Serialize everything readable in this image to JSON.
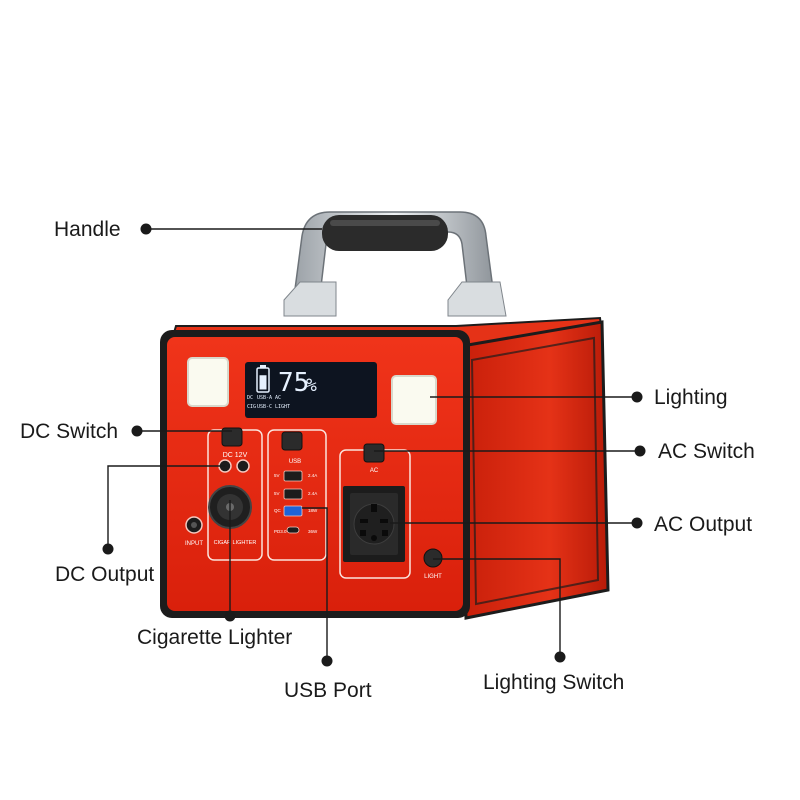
{
  "labels": {
    "handle": "Handle",
    "lighting": "Lighting",
    "dc_switch": "DC Switch",
    "ac_switch": "AC Switch",
    "ac_output": "AC Output",
    "dc_output": "DC Output",
    "cigarette_lighter": "Cigarette Lighter",
    "usb_port": "USB Port",
    "lighting_switch": "Lighting Switch"
  },
  "device": {
    "display": {
      "battery_percent": "75",
      "percent_sign": "%",
      "battery_level": 0.75,
      "indicator_row1": [
        "DC",
        "USB-A",
        "AC"
      ],
      "indicator_row2": [
        "CIG",
        "USB-C",
        "LIGHT"
      ]
    },
    "dc_panel": {
      "title": "DC 12V",
      "cig_label": "CIGAR LIGHTER"
    },
    "usb_panel": {
      "title": "USB",
      "ports": [
        {
          "left": "5V",
          "right": "2.4A"
        },
        {
          "left": "5V",
          "right": "2.4A"
        },
        {
          "left": "QC",
          "right": "18W"
        },
        {
          "left": "PD3.0",
          "right": "36W"
        }
      ]
    },
    "ac_panel": {
      "title": "AC"
    },
    "input_label": "INPUT",
    "light_label": "LIGHT"
  },
  "colors": {
    "body_red": "#e8260f",
    "body_dark": "#b81b08",
    "frame": "#1c1c1c",
    "handle_metal": "#c8ccd0",
    "grip": "#2b2b2b",
    "lcd": "#0d1420",
    "lcd_text": "#e6f1ff",
    "lamp": "#fafaf0"
  }
}
